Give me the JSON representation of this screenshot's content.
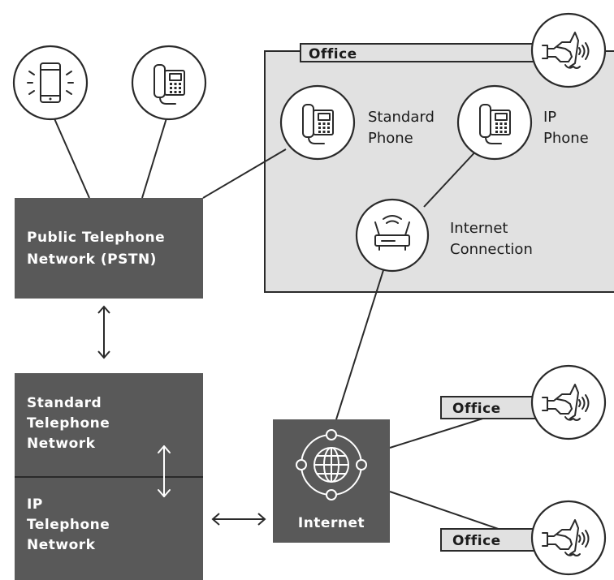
{
  "colors": {
    "dark_box": "#595959",
    "office_fill": "#e1e1e1",
    "tag_fill": "#e1e1e1",
    "stroke": "#2a2a2a"
  },
  "pstn": {
    "line1": "Public Telephone",
    "line2": "Network (PSTN)"
  },
  "standard_network": {
    "line1": "Standard",
    "line2": "Telephone",
    "line3": "Network"
  },
  "ip_network": {
    "line1": "IP",
    "line2": "Telephone",
    "line3": "Network"
  },
  "office": {
    "title": "Office"
  },
  "standard_phone": {
    "line1": "Standard",
    "line2": "Phone"
  },
  "ip_phone": {
    "line1": "IP",
    "line2": "Phone"
  },
  "internet_connection": {
    "line1": "Internet",
    "line2": "Connection"
  },
  "internet": {
    "label": "Internet"
  },
  "remote_offices": [
    {
      "label": "Office"
    },
    {
      "label": "Office"
    }
  ],
  "icons": {
    "mobile": "mobile-phone-icon",
    "desk_phone": "desk-phone-icon",
    "router": "router-icon",
    "globe": "globe-icon",
    "handshake": "handshake-sound-icon",
    "arrows": "double-arrow-icon"
  }
}
